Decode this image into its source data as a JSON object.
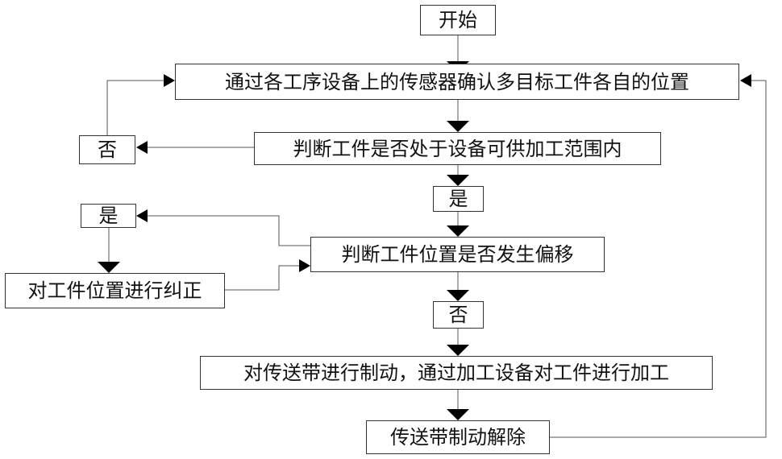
{
  "nodes": {
    "start": "开始",
    "confirm_position": "通过各工序设备上的传感器确认多目标工件各自的位置",
    "judge_in_range": "判断工件是否处于设备可供加工范围内",
    "no_1": "否",
    "yes_1": "是",
    "yes_2": "是",
    "judge_offset": "判断工件位置是否发生偏移",
    "correct_position": "对工件位置进行纠正",
    "no_2": "否",
    "brake_and_process": "对传送带进行制动，通过加工设备对工件进行加工",
    "release_brake": "传送带制动解除"
  },
  "colors": {
    "line": "#555555",
    "arrow": "#000000",
    "border": "#333333"
  }
}
